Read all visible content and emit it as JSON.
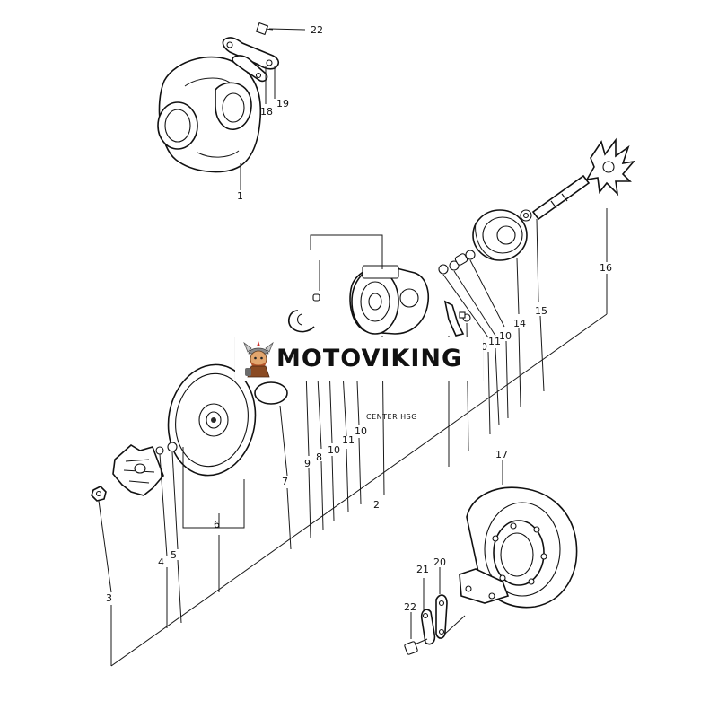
{
  "diagram": {
    "center_label": "CENTER HSG",
    "callouts": {
      "c1": "1",
      "c2": "2",
      "c3": "3",
      "c4": "4",
      "c5": "5",
      "c6": "6",
      "c7": "7",
      "c8": "8",
      "c9": "9",
      "c10a": "10",
      "c10b": "10",
      "c10c": "10",
      "c11a": "11",
      "c11b": "11",
      "c14": "14",
      "c15": "15",
      "c16": "16",
      "c17": "17",
      "c18": "18",
      "c19": "19",
      "c20": "20",
      "c21": "21",
      "c22a": "22",
      "c22b": "22",
      "c0": "0"
    }
  },
  "watermark": {
    "brand": "MOTOVIKING",
    "mascot_icon": "viking-mascot-icon"
  }
}
